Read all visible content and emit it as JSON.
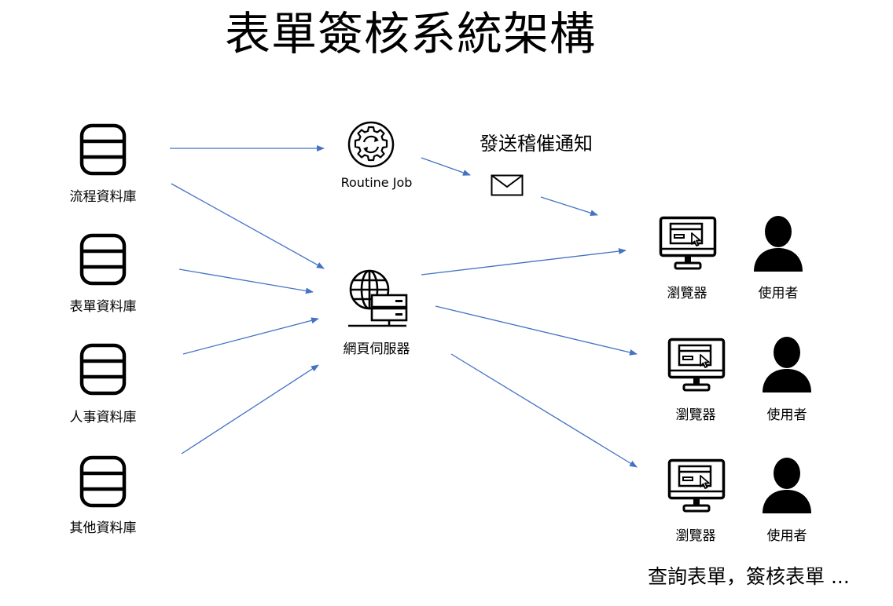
{
  "title": "表單簽核系統架構",
  "databases": [
    {
      "label": "流程資料庫",
      "icon": "database-icon"
    },
    {
      "label": "表單資料庫",
      "icon": "database-icon"
    },
    {
      "label": "人事資料庫",
      "icon": "database-icon"
    },
    {
      "label": "其他資料庫",
      "icon": "database-icon"
    }
  ],
  "routine_job": {
    "label": "Routine Job",
    "icon": "gear-sync-icon"
  },
  "web_server": {
    "label": "網頁伺服器",
    "icon": "globe-server-icon"
  },
  "notification": {
    "label": "發送稽催通知",
    "icon": "envelope-icon"
  },
  "clients": [
    {
      "browser_label": "瀏覽器",
      "user_label": "使用者"
    },
    {
      "browser_label": "瀏覽器",
      "user_label": "使用者"
    },
    {
      "browser_label": "瀏覽器",
      "user_label": "使用者"
    }
  ],
  "footer": "查詢表單，簽核表單 ...",
  "colors": {
    "arrow": "#4472C4",
    "icon": "#000000"
  }
}
